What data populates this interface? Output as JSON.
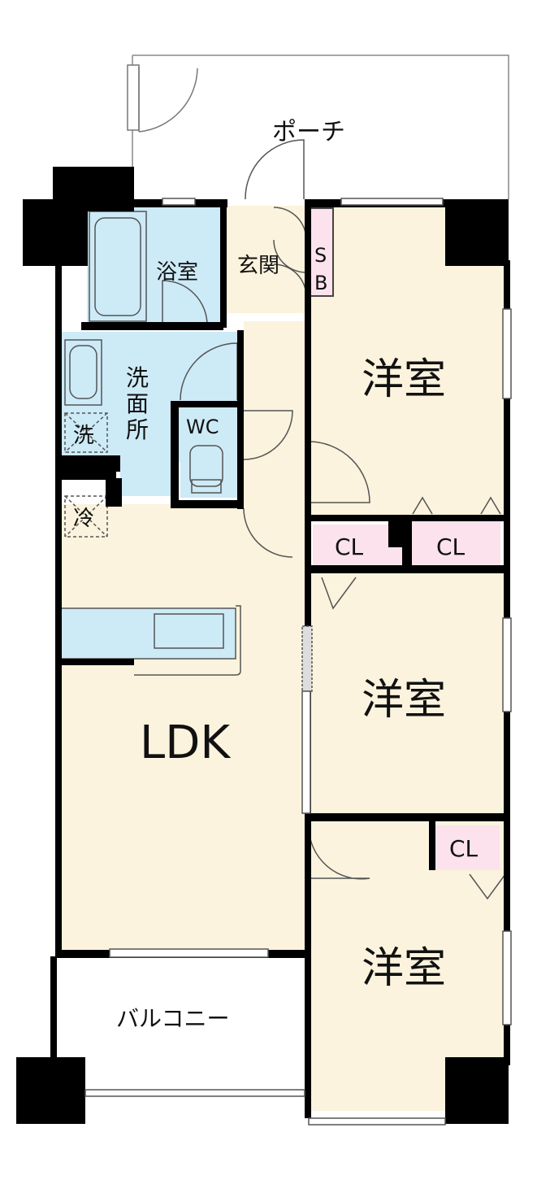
{
  "labels": {
    "porch": "ポーチ",
    "bath": "浴室",
    "entrance": "玄関",
    "sb_top": "S",
    "sb_bottom": "B",
    "washroom_1": "洗",
    "washroom_2": "面",
    "washroom_3": "所",
    "washer": "洗",
    "wc": "WC",
    "fridge": "冷",
    "western_1": "洋室",
    "western_2": "洋室",
    "western_3": "洋室",
    "cl_1": "CL",
    "cl_2": "CL",
    "cl_3": "CL",
    "ldk": "LDK",
    "balcony": "バルコニー"
  },
  "colors": {
    "wall": "#000000",
    "room_floor": "#fbf3dd",
    "wet_area": "#cdeaf7",
    "storage": "#fbe2ec",
    "outdoor": "#ffffff",
    "line": "#555555"
  }
}
